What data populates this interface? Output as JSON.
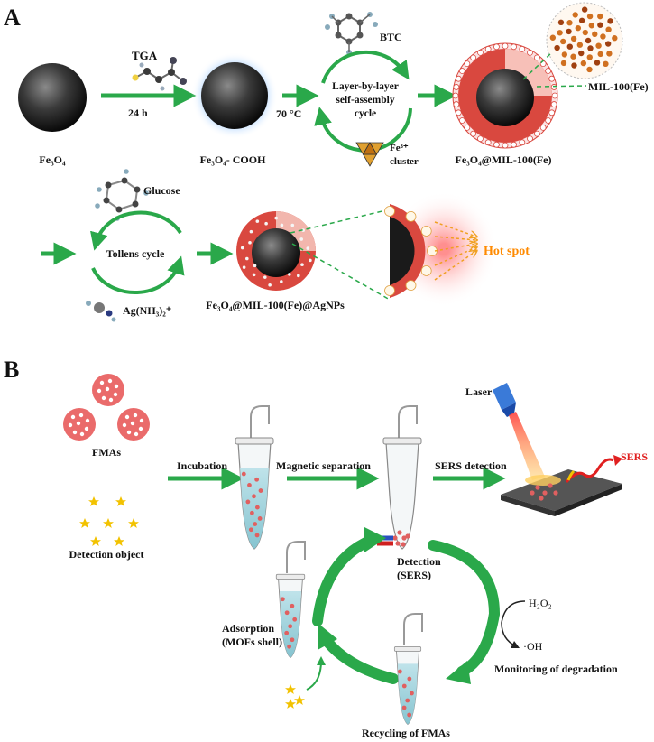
{
  "panel_a": {
    "label": "A",
    "fe3o4": "Fe₃O₄",
    "tga": "TGA",
    "time": "24 h",
    "fe3o4_cooh": "Fe₃O₄- COOH",
    "temp": "70 °C",
    "btc": "BTC",
    "cycle1_line1": "Layer-by-layer",
    "cycle1_line2": "self-assembly",
    "cycle1_line3": "cycle",
    "fe3_cluster_line1": "Fe³⁺",
    "fe3_cluster_line2": "cluster",
    "fe3o4_mil": "Fe₃O₄@MIL-100(Fe)",
    "mil100": "MIL-100(Fe)",
    "glucose": "Glucose",
    "tollens": "Tollens cycle",
    "ag_complex": "Ag(NH₃)₂⁺",
    "fe3o4_mil_ag": "Fe₃O₄@MIL-100(Fe)@AgNPs",
    "hot_spot": "Hot spot"
  },
  "panel_b": {
    "label": "B",
    "fmas": "FMAs",
    "detection_object": "Detection object",
    "incubation": "Incubation",
    "magnetic_separation": "Magnetic separation",
    "sers_detection": "SERS detection",
    "laser": "Laser",
    "sers": "SERS",
    "detection_line1": "Detection",
    "detection_line2": "(SERS)",
    "h2o2": "H₂O₂",
    "oh": "·OH",
    "adsorption_line1": "Adsorption",
    "adsorption_line2": "(MOFs shell)",
    "monitoring": "Monitoring of degradation",
    "recycling": "Recycling of FMAs"
  },
  "colors": {
    "arrow_green": "#2aa84a",
    "hot_spot": "#ff8a00",
    "sers_red": "#e02020",
    "fma_pink": "#ea6b6b",
    "star_yellow": "#f2c200",
    "shell_red": "#d9483f"
  }
}
